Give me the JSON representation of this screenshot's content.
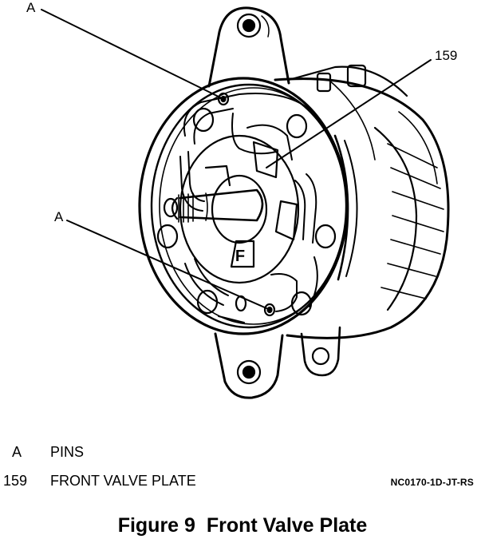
{
  "callouts": {
    "top_a": "A",
    "lower_a": "A",
    "num_159": "159"
  },
  "figure_letter": "F",
  "legend": [
    {
      "key": "A",
      "text": "PINS"
    },
    {
      "key": "159",
      "text": "FRONT VALVE PLATE"
    }
  ],
  "ref_code": "NC0170-1D-JT-RS",
  "caption": "Figure 9  Front Valve Plate",
  "colors": {
    "ink": "#000000",
    "paper": "#ffffff"
  }
}
